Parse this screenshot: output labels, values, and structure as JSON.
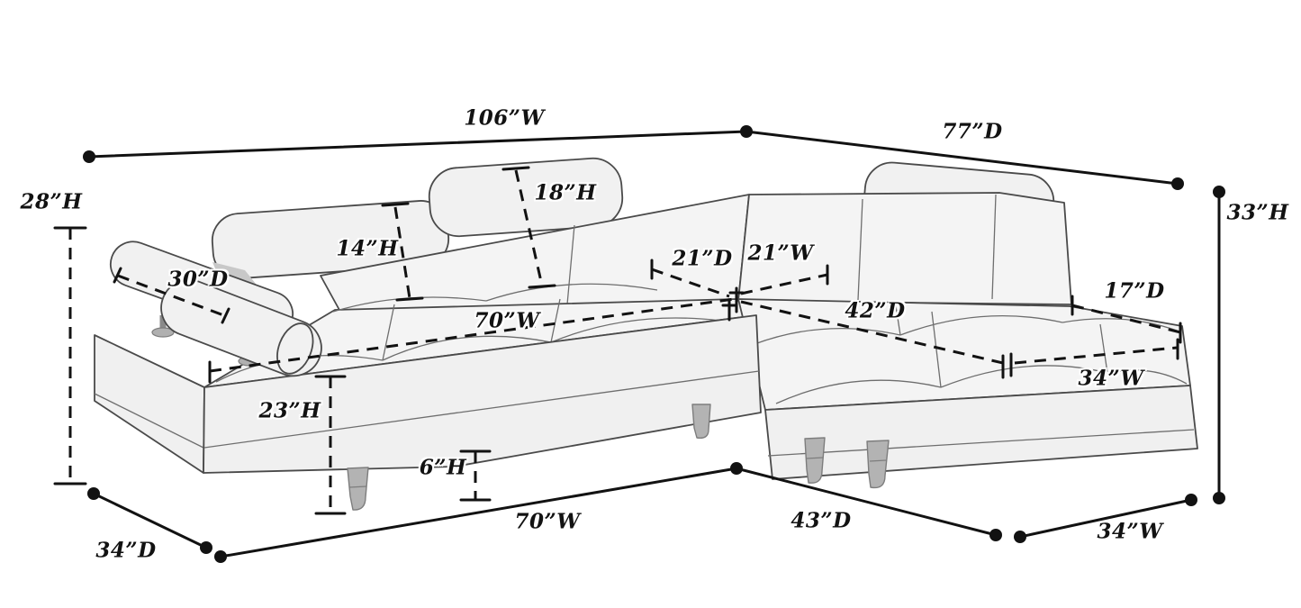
{
  "diagram": {
    "subject": "sectional sofa dimension diagram",
    "background_color": "#ffffff",
    "line_color": "#121212",
    "sofa_fill_color": "#f4f4f4",
    "sofa_stroke_color": "#4a4a4a",
    "leg_color": "#b3b3b3"
  },
  "dimensions": {
    "overall_width": "106”W",
    "overall_depth": "77”D",
    "left_back_height": "28”H",
    "right_back_height": "33”H",
    "headrest_height": "18”H",
    "backrest_height": "14”H",
    "armrest_depth": "30”D",
    "corner_depth": "21”D",
    "corner_width": "21”W",
    "seat_width": "70”W",
    "chaise_seat_depth": "42”D",
    "chaise_overhang_depth": "17”D",
    "chaise_width": "34”W",
    "seat_height": "23”H",
    "leg_height": "6”H",
    "floor_width": "70”W",
    "floor_depth": "43”D",
    "floor_left_depth": "34”D",
    "floor_right_width": "34”W"
  }
}
